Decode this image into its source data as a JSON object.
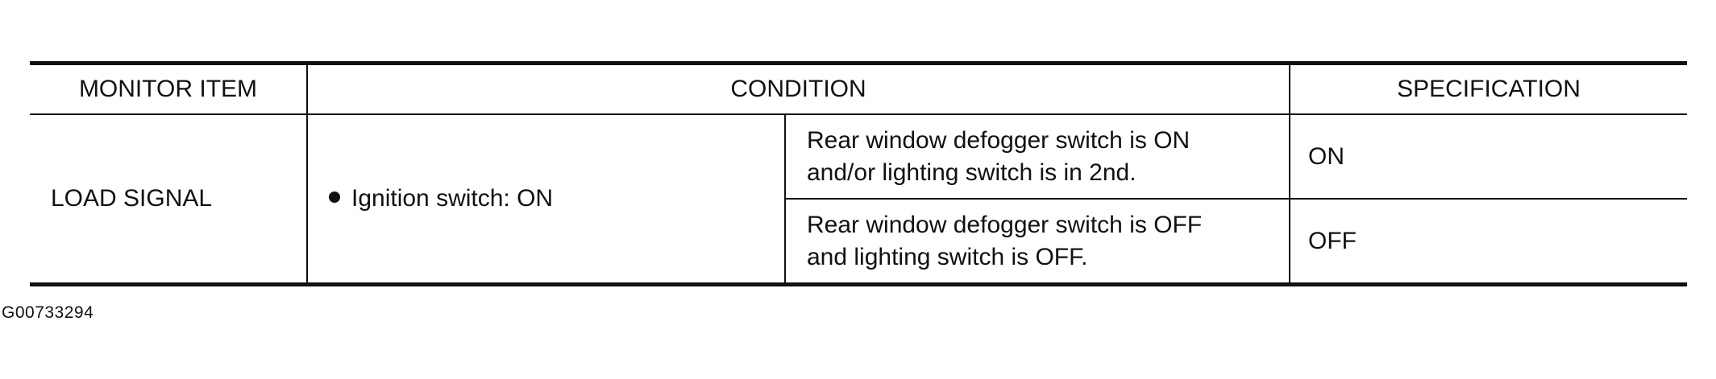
{
  "table": {
    "headers": {
      "monitor_item": "MONITOR ITEM",
      "condition": "CONDITION",
      "specification": "SPECIFICATION"
    },
    "monitor_item": "LOAD SIGNAL",
    "condition_main": "Ignition switch: ON",
    "rows": [
      {
        "condition_detail_line1": "Rear window defogger switch is ON",
        "condition_detail_line2": "and/or lighting switch is in 2nd.",
        "specification": "ON"
      },
      {
        "condition_detail_line1": "Rear window defogger switch is OFF",
        "condition_detail_line2": "and lighting switch is OFF.",
        "specification": "OFF"
      }
    ]
  },
  "figure_id": "G00733294"
}
